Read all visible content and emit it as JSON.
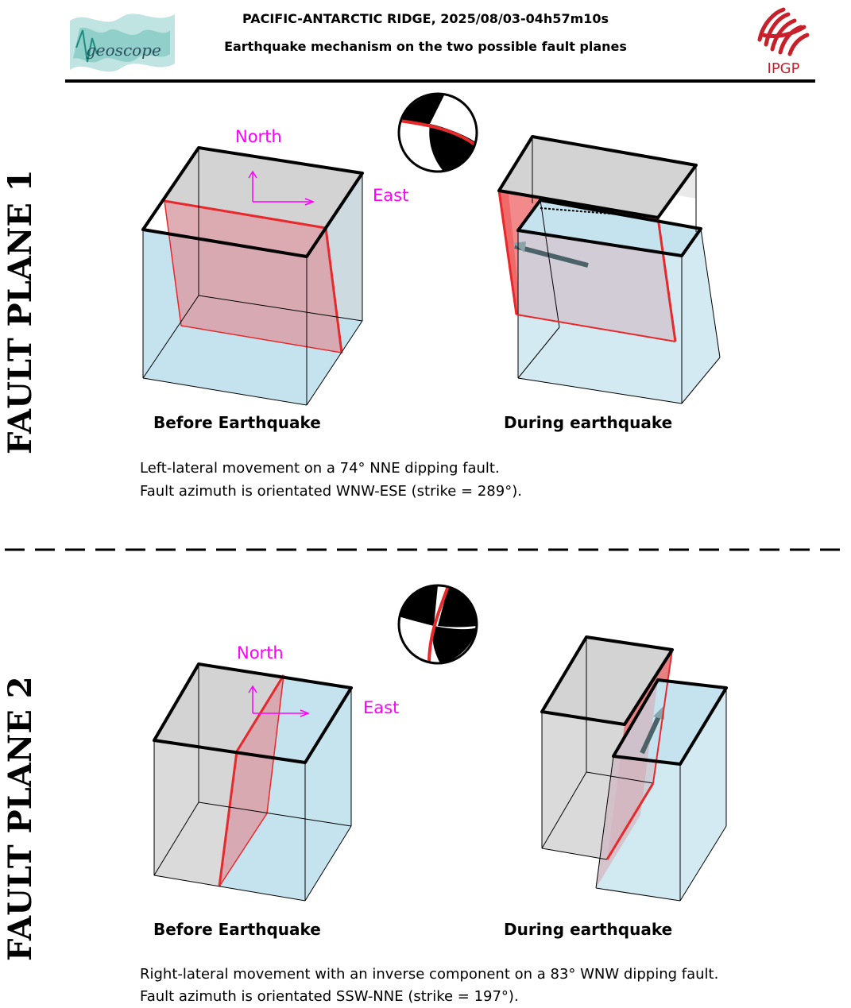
{
  "header": {
    "title": "PACIFIC-ANTARCTIC RIDGE, 2025/08/03-04h57m10s",
    "subtitle": "Earthquake mechanism on the two possible fault planes",
    "left_logo_text": "geoscope",
    "right_logo_text": "IPGP"
  },
  "panels": [
    {
      "side_label": "FAULT PLANE 1",
      "before_label": "Before Earthquake",
      "during_label": "During earthquake",
      "north_label": "North",
      "east_label": "East",
      "caption_line1": "Left-lateral movement on a 74° NNE dipping fault.",
      "caption_line2": "Fault azimuth is orientated WNW-ESE (strike = 289°)."
    },
    {
      "side_label": "FAULT PLANE 2",
      "before_label": "Before Earthquake",
      "during_label": "During earthquake",
      "north_label": "North",
      "east_label": "East",
      "caption_line1": "Right-lateral movement with an inverse component on a 83° WNW dipping fault.",
      "caption_line2": "Fault azimuth is orientated SSW-NNE (strike = 197°)."
    }
  ],
  "colors": {
    "fault": "#e8282a",
    "fault_fill": "#d9a0a8",
    "block_blue": "#c5e3ee",
    "block_gray": "#d3d3d3",
    "compass": "#ff00ff"
  }
}
